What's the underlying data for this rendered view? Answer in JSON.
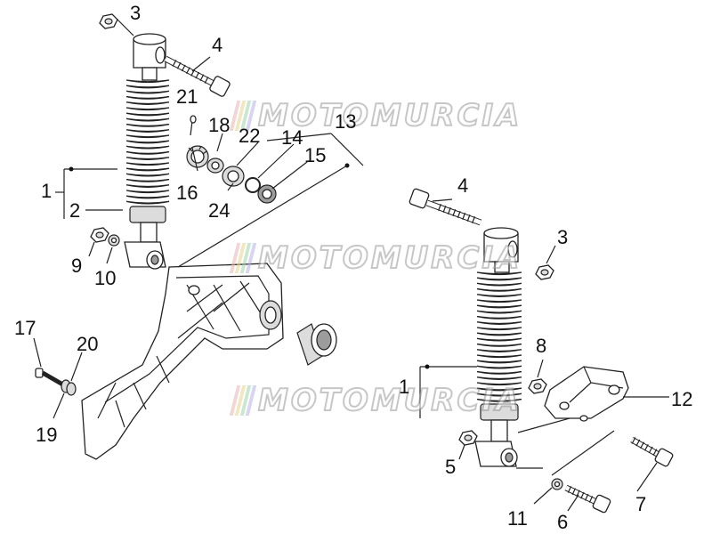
{
  "watermark": {
    "text": "MOTOMURCIA",
    "flag_colors": [
      "#e8b4b4",
      "#e9d58f",
      "#9fd6a8",
      "#b5b5e8"
    ]
  },
  "callouts": [
    {
      "id": "c3a",
      "text": "3"
    },
    {
      "id": "c4a",
      "text": "4"
    },
    {
      "id": "c21",
      "text": "21"
    },
    {
      "id": "c18",
      "text": "18"
    },
    {
      "id": "c22",
      "text": "22"
    },
    {
      "id": "c14",
      "text": "14"
    },
    {
      "id": "c13",
      "text": "13"
    },
    {
      "id": "c15",
      "text": "15"
    },
    {
      "id": "c1a",
      "text": "1"
    },
    {
      "id": "c2",
      "text": "2"
    },
    {
      "id": "c16",
      "text": "16"
    },
    {
      "id": "c24",
      "text": "24"
    },
    {
      "id": "c9",
      "text": "9"
    },
    {
      "id": "c10",
      "text": "10"
    },
    {
      "id": "c17",
      "text": "17"
    },
    {
      "id": "c20",
      "text": "20"
    },
    {
      "id": "c19",
      "text": "19"
    },
    {
      "id": "c4b",
      "text": "4"
    },
    {
      "id": "c3b",
      "text": "3"
    },
    {
      "id": "c8",
      "text": "8"
    },
    {
      "id": "c1b",
      "text": "1"
    },
    {
      "id": "c12",
      "text": "12"
    },
    {
      "id": "c5",
      "text": "5"
    },
    {
      "id": "c7",
      "text": "7"
    },
    {
      "id": "c11",
      "text": "11"
    },
    {
      "id": "c6",
      "text": "6"
    }
  ]
}
